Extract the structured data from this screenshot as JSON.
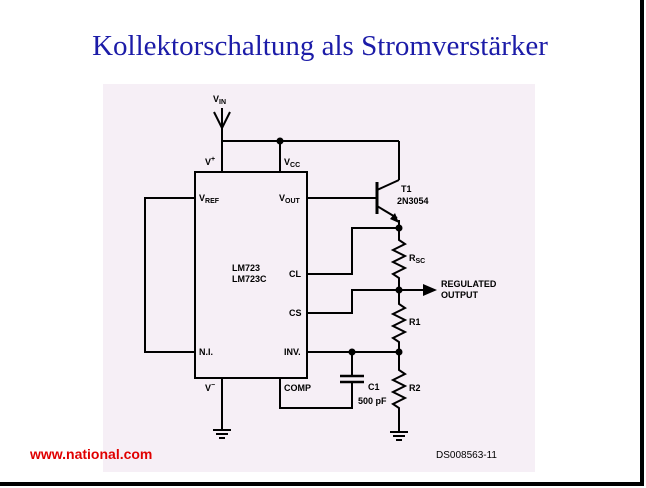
{
  "title": "Kollektorschaltung als Stromverstärker",
  "source": "www.national.com",
  "doc_id": "DS008563-11",
  "colors": {
    "title": "#1c1ca8",
    "source": "#e00000",
    "panel": "#f6eff6"
  },
  "schematic": {
    "ic": {
      "name": "LM723",
      "variant": "LM723C"
    },
    "pins": {
      "vplus": "V",
      "vplus_sup": "+",
      "vcc": "V",
      "vcc_sub": "CC",
      "vref": "V",
      "vref_sub": "REF",
      "vout": "V",
      "vout_sub": "OUT",
      "cl": "CL",
      "cs": "CS",
      "ni": "N.I.",
      "inv": "INV.",
      "vminus": "V",
      "vminus_sup": "−",
      "comp": "COMP"
    },
    "vin": {
      "label": "V",
      "sub": "IN"
    },
    "transistor": {
      "ref": "T1",
      "part": "2N3054"
    },
    "rsc": {
      "label": "R",
      "sub": "SC"
    },
    "r1": "R1",
    "r2": "R2",
    "c1": {
      "ref": "C1",
      "value": "500 pF"
    },
    "output": {
      "line1": "REGULATED",
      "line2": "OUTPUT"
    }
  }
}
